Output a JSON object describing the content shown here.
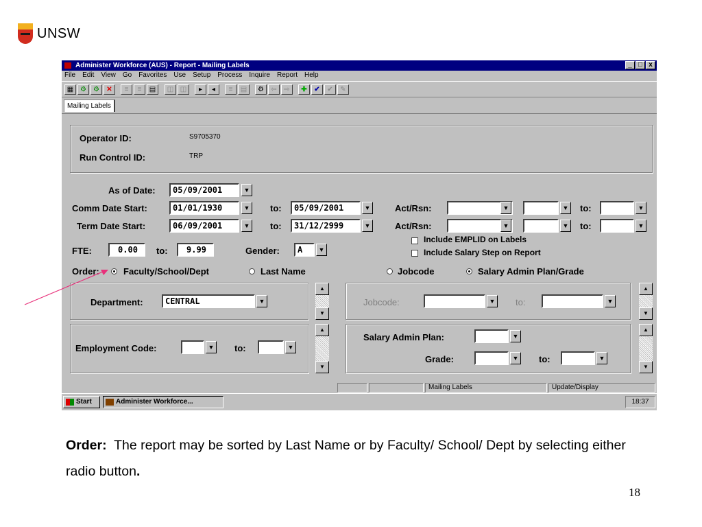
{
  "logo": {
    "text": "UNSW"
  },
  "window": {
    "title": "Administer Workforce (AUS) - Report - Mailing Labels",
    "controls": [
      "_",
      "□",
      "x"
    ],
    "menu": [
      "File",
      "Edit",
      "View",
      "Go",
      "Favorites",
      "Use",
      "Setup",
      "Process",
      "Inquire",
      "Report",
      "Help"
    ],
    "tab": "Mailing Labels"
  },
  "header": {
    "operator_label": "Operator ID:",
    "operator_value": "S9705370",
    "run_label": "Run Control ID:",
    "run_value": "TRP"
  },
  "form": {
    "as_of_label": "As of Date:",
    "as_of_value": "05/09/2001",
    "comm_label": "Comm Date Start:",
    "comm_from": "01/01/1930",
    "comm_to": "05/09/2001",
    "term_label": "Term Date  Start:",
    "term_from": "06/09/2001",
    "term_to": "31/12/2999",
    "to_label": "to:",
    "actrsn_label": "Act/Rsn:",
    "fte_label": "FTE:",
    "fte_from": "0.00",
    "fte_to": "9.99",
    "gender_label": "Gender:",
    "gender_value": "A",
    "include_emplid": "Include EMPLID on Labels",
    "include_salary": "Include Salary Step on Report",
    "order_label": "Order:",
    "order_options": [
      "Faculty/School/Dept",
      "Last Name",
      "Jobcode",
      "Salary Admin Plan/Grade"
    ],
    "department_label": "Department:",
    "department_value": "CENTRAL",
    "jobcode_label": "Jobcode:",
    "empcode_label": "Employment Code:",
    "salary_plan_label": "Salary Admin Plan:",
    "grade_label": "Grade:"
  },
  "status": {
    "page": "Mailing Labels",
    "mode": "Update/Display"
  },
  "taskbar": {
    "start": "Start",
    "app": "Administer Workforce...",
    "clock": "18:37"
  },
  "caption": {
    "bold": "Order:",
    "text": "The report may be sorted by Last Name or by Faculty/ School/ Dept by selecting either radio button",
    "period": "."
  },
  "page_number": "18",
  "colors": {
    "titlebar": "#000080",
    "window": "#c0c0c0",
    "arrow": "#e8307a"
  }
}
